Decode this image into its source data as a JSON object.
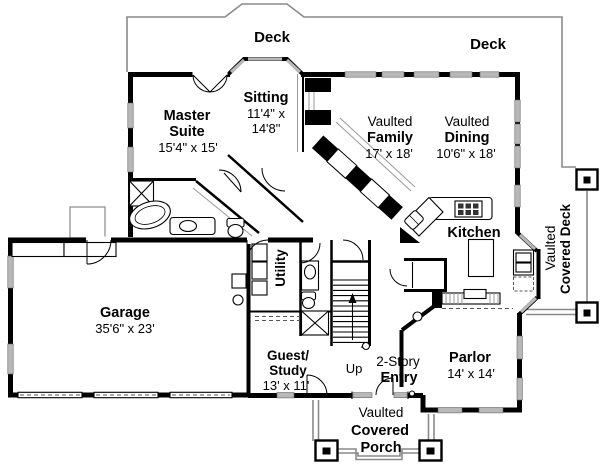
{
  "plan": {
    "decks": {
      "top_left": "Deck",
      "top_right": "Deck"
    },
    "rooms": {
      "master": {
        "name1": "Master",
        "name2": "Suite",
        "dims": "15'4\" x 15'"
      },
      "sitting": {
        "name": "Sitting",
        "dims1": "11'4\" x",
        "dims2": "14'8\""
      },
      "family": {
        "prefix": "Vaulted",
        "name": "Family",
        "dims": "17' x 18'"
      },
      "dining": {
        "prefix": "Vaulted",
        "name": "Dining",
        "dims": "10'6\" x 18'"
      },
      "kitchen": {
        "name": "Kitchen"
      },
      "utility": {
        "name": "Utility"
      },
      "garage": {
        "name": "Garage",
        "dims": "35'6\" x 23'"
      },
      "guest": {
        "name1": "Guest/",
        "name2": "Study",
        "dims": "13' x 11'"
      },
      "stairs": {
        "label": "Up"
      },
      "entry": {
        "prefix": "2-Story",
        "name": "Entry"
      },
      "parlor": {
        "name": "Parlor",
        "dims": "14' x 14'"
      },
      "porch": {
        "line1": "Vaulted",
        "line2": "Covered",
        "line3": "Porch"
      },
      "side_deck": {
        "line1": "Vaulted",
        "line2": "Covered Deck"
      }
    },
    "colors": {
      "wall": "#000000",
      "window_fill": "#b8b8b8",
      "deck_line": "#8a8a8a",
      "background": "#ffffff"
    }
  }
}
